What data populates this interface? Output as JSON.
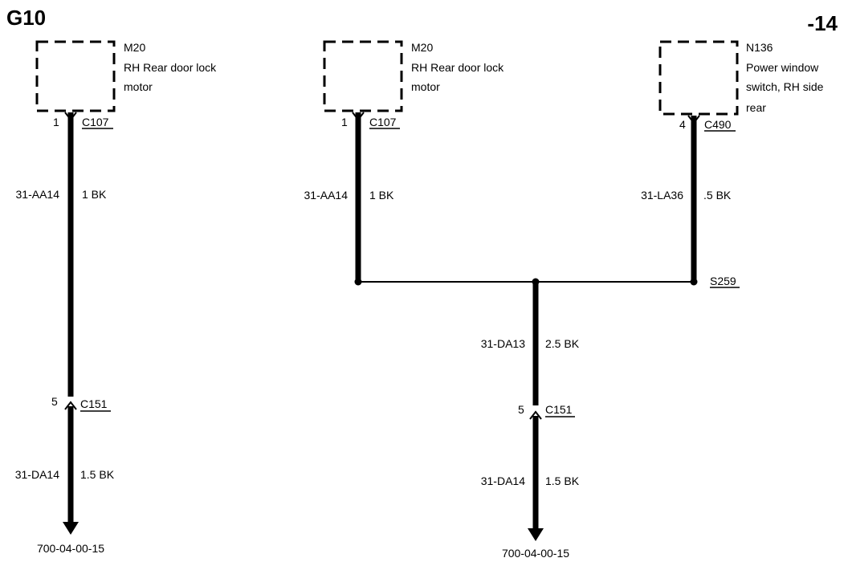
{
  "page": {
    "id": "G10",
    "page_suffix": "-14"
  },
  "components": [
    {
      "code": "M20",
      "name_line1": "RH Rear door lock",
      "name_line2": "motor",
      "name_line3": "",
      "pin": "1",
      "connector": "C107"
    },
    {
      "code": "M20",
      "name_line1": "RH Rear door lock",
      "name_line2": "motor",
      "name_line3": "",
      "pin": "1",
      "connector": "C107"
    },
    {
      "code": "N136",
      "name_line1": "Power window",
      "name_line2": "switch, RH side",
      "name_line3": "rear",
      "pin": "4",
      "connector": "C490"
    }
  ],
  "wires": [
    {
      "circuit": "31-AA14",
      "size_color": "1 BK"
    },
    {
      "circuit": "31-DA14",
      "size_color": "1.5 BK"
    },
    {
      "circuit": "31-AA14",
      "size_color": "1 BK"
    },
    {
      "circuit": "31-LA36",
      "size_color": ".5 BK"
    },
    {
      "circuit": "31-DA13",
      "size_color": "2.5 BK"
    },
    {
      "circuit": "31-DA14",
      "size_color": "1.5 BK"
    }
  ],
  "inline_connectors": [
    {
      "pin": "5",
      "connector": "C151"
    },
    {
      "pin": "5",
      "connector": "C151"
    }
  ],
  "splice": {
    "label": "S259"
  },
  "ground_refs": [
    {
      "label": "700-04-00-15"
    },
    {
      "label": "700-04-00-15"
    }
  ]
}
